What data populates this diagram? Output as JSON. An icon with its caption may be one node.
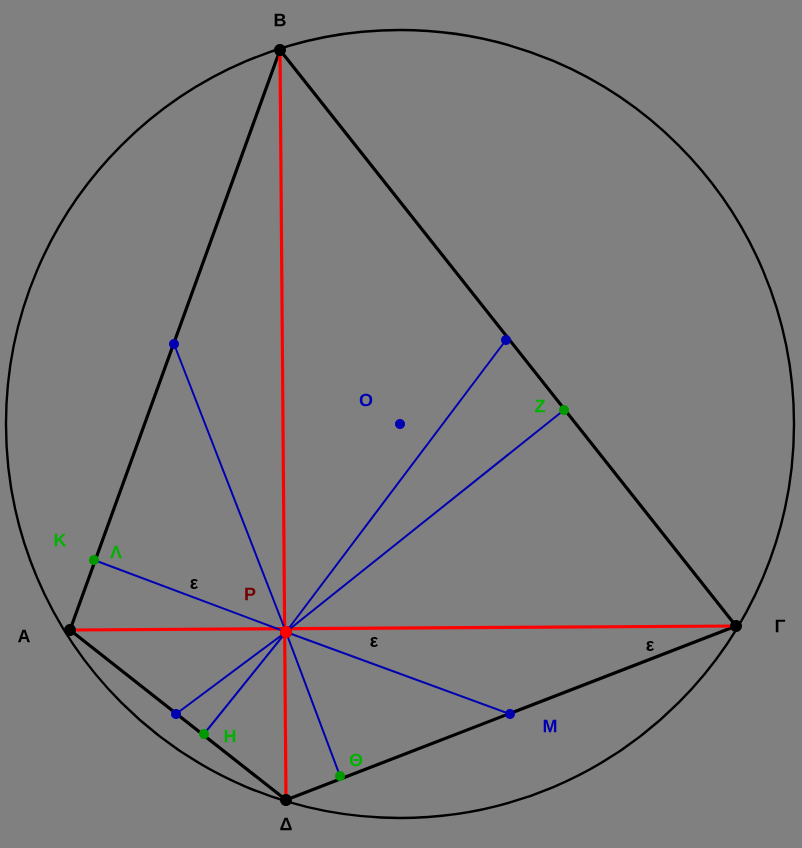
{
  "diagram": {
    "labels": [
      "B",
      "O",
      "K",
      "Λ",
      "Z",
      "P",
      "ε",
      "ε",
      "ε",
      "A",
      "Γ",
      "M",
      "H",
      "Θ",
      "Δ"
    ]
  }
}
